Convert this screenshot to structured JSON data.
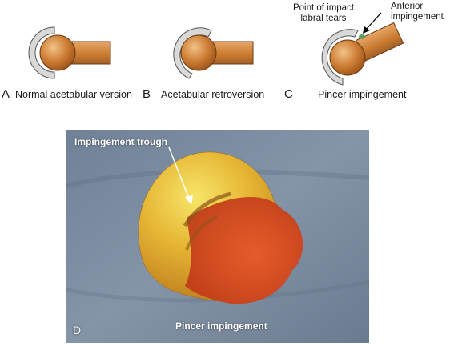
{
  "panels": [
    {
      "letter": "A",
      "caption": "Normal acetabular version"
    },
    {
      "letter": "B",
      "caption": "Acetabular retroversion"
    },
    {
      "letter": "C",
      "caption": "Pincer impingement"
    }
  ],
  "annotations": {
    "point_of_impact_line1": "Point of impact",
    "point_of_impact_line2": "labral tears",
    "anterior_line1": "Anterior",
    "anterior_line2": "impingement"
  },
  "photo": {
    "letter": "D",
    "label": "Impingement trough",
    "caption": "Pincer impingement"
  },
  "colors": {
    "head": "#c97a2e",
    "neck": "#cf8c45",
    "acetabulum": "#d6d6d6",
    "impact": "#5aa05a",
    "cloth": "#7e8fa3"
  }
}
